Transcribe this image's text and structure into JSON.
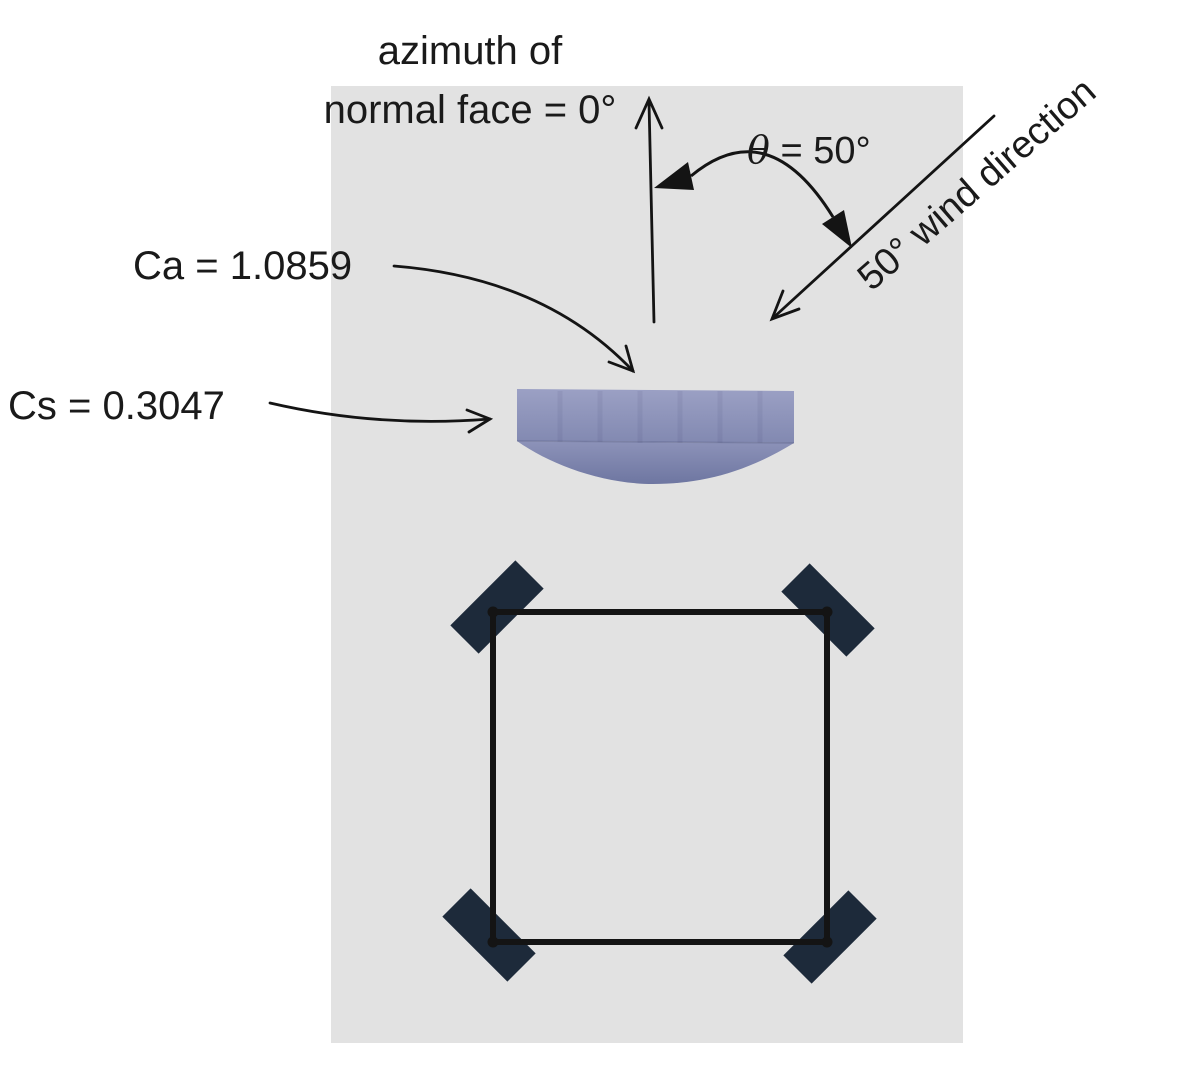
{
  "diagram": {
    "labels": {
      "azimuth_line1": "azimuth of",
      "azimuth_line2": "normal face = 0°",
      "theta_symbol": "θ",
      "theta_rest": " = 50°",
      "wind": "50° wind direction",
      "ca": "Ca = 1.0859",
      "cs": "Cs = 0.3047"
    },
    "values": {
      "azimuth_of_normal_face_deg": 0,
      "theta_deg": 50,
      "wind_direction_deg": 50,
      "Ca": 1.0859,
      "Cs": 0.3047
    },
    "colors": {
      "ink": "#1a1a1a",
      "panel": "#e2e2e2",
      "structure": "#141414",
      "member": "#1d2a3a",
      "lens_top": "#9ba0c4",
      "lens_top_deep": "#8289b1",
      "lens_bottom": "#8d93b9",
      "lens_bottom_deep": "#6e76a1"
    }
  }
}
